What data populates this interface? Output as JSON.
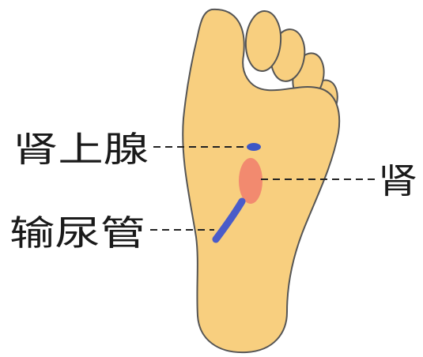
{
  "labels": {
    "adrenal": "肾上腺",
    "kidney": "肾",
    "ureter": "输尿管"
  },
  "colors": {
    "skin": "#F8CF7F",
    "outline": "#555555",
    "adrenal": "#3D56C6",
    "kidney": "#F28A6F",
    "ureter": "#4A5CC9"
  }
}
